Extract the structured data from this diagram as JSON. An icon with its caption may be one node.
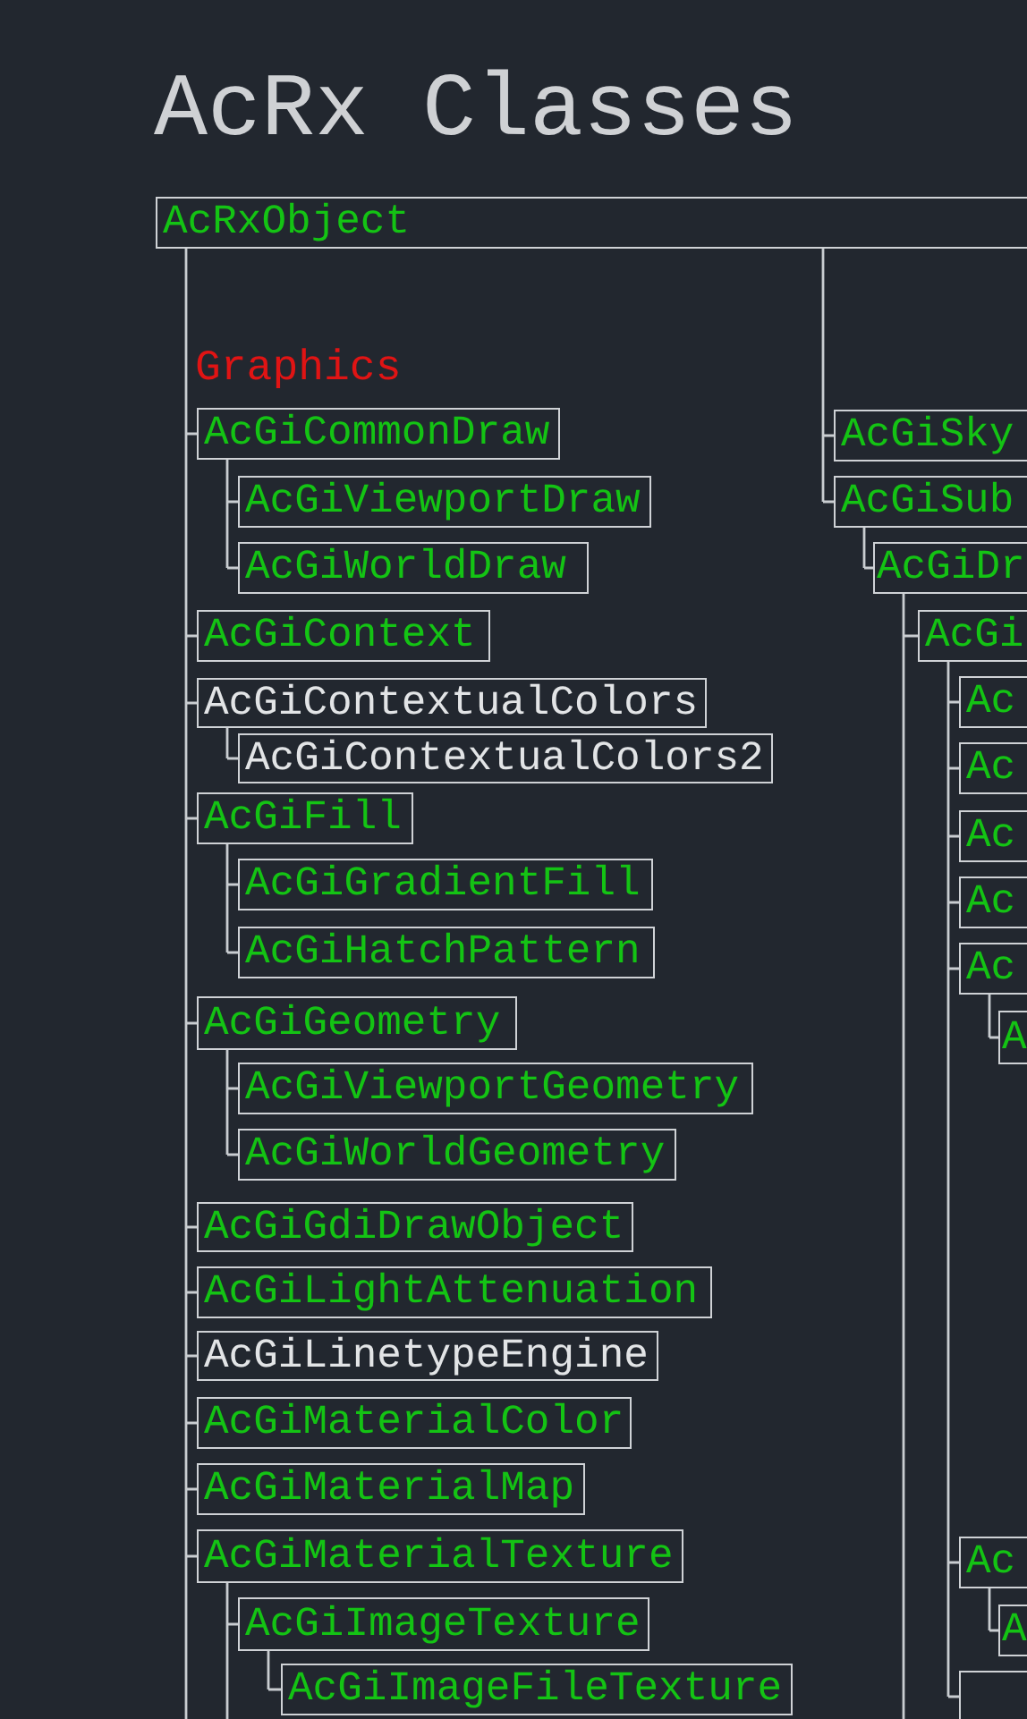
{
  "diagram": {
    "title": "AcRx Classes",
    "nodes": [
      {
        "text": [
          "AcRxObject"
        ]
      },
      {
        "text": [
          "AcGiCommonDraw"
        ]
      },
      {
        "text": [
          "AcGiViewportDraw"
        ]
      },
      {
        "text": [
          "AcGiWorldDraw"
        ]
      },
      {
        "text": [
          "AcGiContext"
        ]
      },
      {
        "text": [
          "AcGiContextualColors"
        ]
      },
      {
        "text": [
          "AcGiContextualColors2"
        ]
      },
      {
        "text": [
          "AcGiFill"
        ]
      },
      {
        "text": [
          "AcGiGradientFill"
        ]
      },
      {
        "text": [
          "AcGiHatchPattern"
        ]
      },
      {
        "text": [
          "AcGiGeometry"
        ]
      },
      {
        "text": [
          "AcGiViewportGeometry"
        ]
      },
      {
        "text": [
          "AcGiWorldGeometry"
        ]
      },
      {
        "text": [
          "AcGiGdiDrawObject"
        ]
      },
      {
        "text": [
          "AcGiLightAttenuation"
        ]
      },
      {
        "text": [
          "AcGiLinetypeEngine"
        ]
      },
      {
        "text": [
          "AcGiMaterialColor"
        ]
      },
      {
        "text": [
          "AcGiMaterialMap"
        ]
      },
      {
        "text": [
          "AcGiMaterialTexture"
        ]
      },
      {
        "text": [
          "AcGiImageTexture"
        ]
      },
      {
        "text": [
          "AcGiImageFileTexture"
        ]
      },
      {
        "text": [
          "AcGiSky"
        ]
      },
      {
        "text": [
          "AcGiSub"
        ]
      },
      {
        "text": [
          "AcGiDr"
        ]
      },
      {
        "text": [
          "AcGi"
        ]
      },
      {
        "text": [
          "Ac"
        ]
      },
      {
        "text": [
          "Ac"
        ]
      },
      {
        "text": [
          "Ac"
        ]
      },
      {
        "text": [
          "Ac"
        ]
      },
      {
        "text": [
          "Ac"
        ]
      },
      {
        "text": [
          "A"
        ]
      },
      {
        "text": [
          "Ac"
        ]
      },
      {
        "text": [
          "A"
        ]
      },
      {
        "text": [],
        "shape": "box"
      }
    ],
    "edges": [
      {
        "from": 0,
        "to": 1,
        "arrow": "none"
      },
      {
        "from": 0,
        "to": 4,
        "arrow": "none"
      },
      {
        "from": 0,
        "to": 5,
        "arrow": "none"
      },
      {
        "from": 0,
        "to": 7,
        "arrow": "none"
      },
      {
        "from": 0,
        "to": 10,
        "arrow": "none"
      },
      {
        "from": 0,
        "to": 13,
        "arrow": "none"
      },
      {
        "from": 0,
        "to": 14,
        "arrow": "none"
      },
      {
        "from": 0,
        "to": 15,
        "arrow": "none"
      },
      {
        "from": 0,
        "to": 16,
        "arrow": "none"
      },
      {
        "from": 0,
        "to": 17,
        "arrow": "none"
      },
      {
        "from": 0,
        "to": 18,
        "arrow": "none"
      },
      {
        "from": 0,
        "to": null,
        "arrow": "none"
      },
      {
        "from": 1,
        "to": 2,
        "arrow": "none"
      },
      {
        "from": 1,
        "to": 3,
        "arrow": "none"
      },
      {
        "from": 5,
        "to": 6,
        "arrow": "none"
      },
      {
        "from": 7,
        "to": 8,
        "arrow": "none"
      },
      {
        "from": 7,
        "to": 9,
        "arrow": "none"
      },
      {
        "from": 10,
        "to": 11,
        "arrow": "none"
      },
      {
        "from": 10,
        "to": 12,
        "arrow": "none"
      },
      {
        "from": 18,
        "to": 19,
        "arrow": "none"
      },
      {
        "from": 18,
        "to": null,
        "arrow": "none"
      },
      {
        "from": 19,
        "to": 20,
        "arrow": "none"
      },
      {
        "from": 0,
        "to": 21,
        "arrow": "none"
      },
      {
        "from": 0,
        "to": 22,
        "arrow": "none"
      },
      {
        "from": 22,
        "to": 23,
        "arrow": "none"
      },
      {
        "from": 23,
        "to": 24,
        "arrow": "none"
      },
      {
        "from": 23,
        "to": null,
        "arrow": "none"
      },
      {
        "from": 24,
        "to": 25,
        "arrow": "none"
      },
      {
        "from": 24,
        "to": 26,
        "arrow": "none"
      },
      {
        "from": 24,
        "to": 27,
        "arrow": "none"
      },
      {
        "from": 24,
        "to": 28,
        "arrow": "none"
      },
      {
        "from": 24,
        "to": 29,
        "arrow": "none"
      },
      {
        "from": 29,
        "to": 30,
        "arrow": "none"
      },
      {
        "from": 24,
        "to": 31,
        "arrow": "none"
      },
      {
        "from": 31,
        "to": 32,
        "arrow": "none"
      },
      {
        "from": 24,
        "to": 33,
        "arrow": "none"
      }
    ],
    "labels": [
      "Graphics"
    ]
  }
}
